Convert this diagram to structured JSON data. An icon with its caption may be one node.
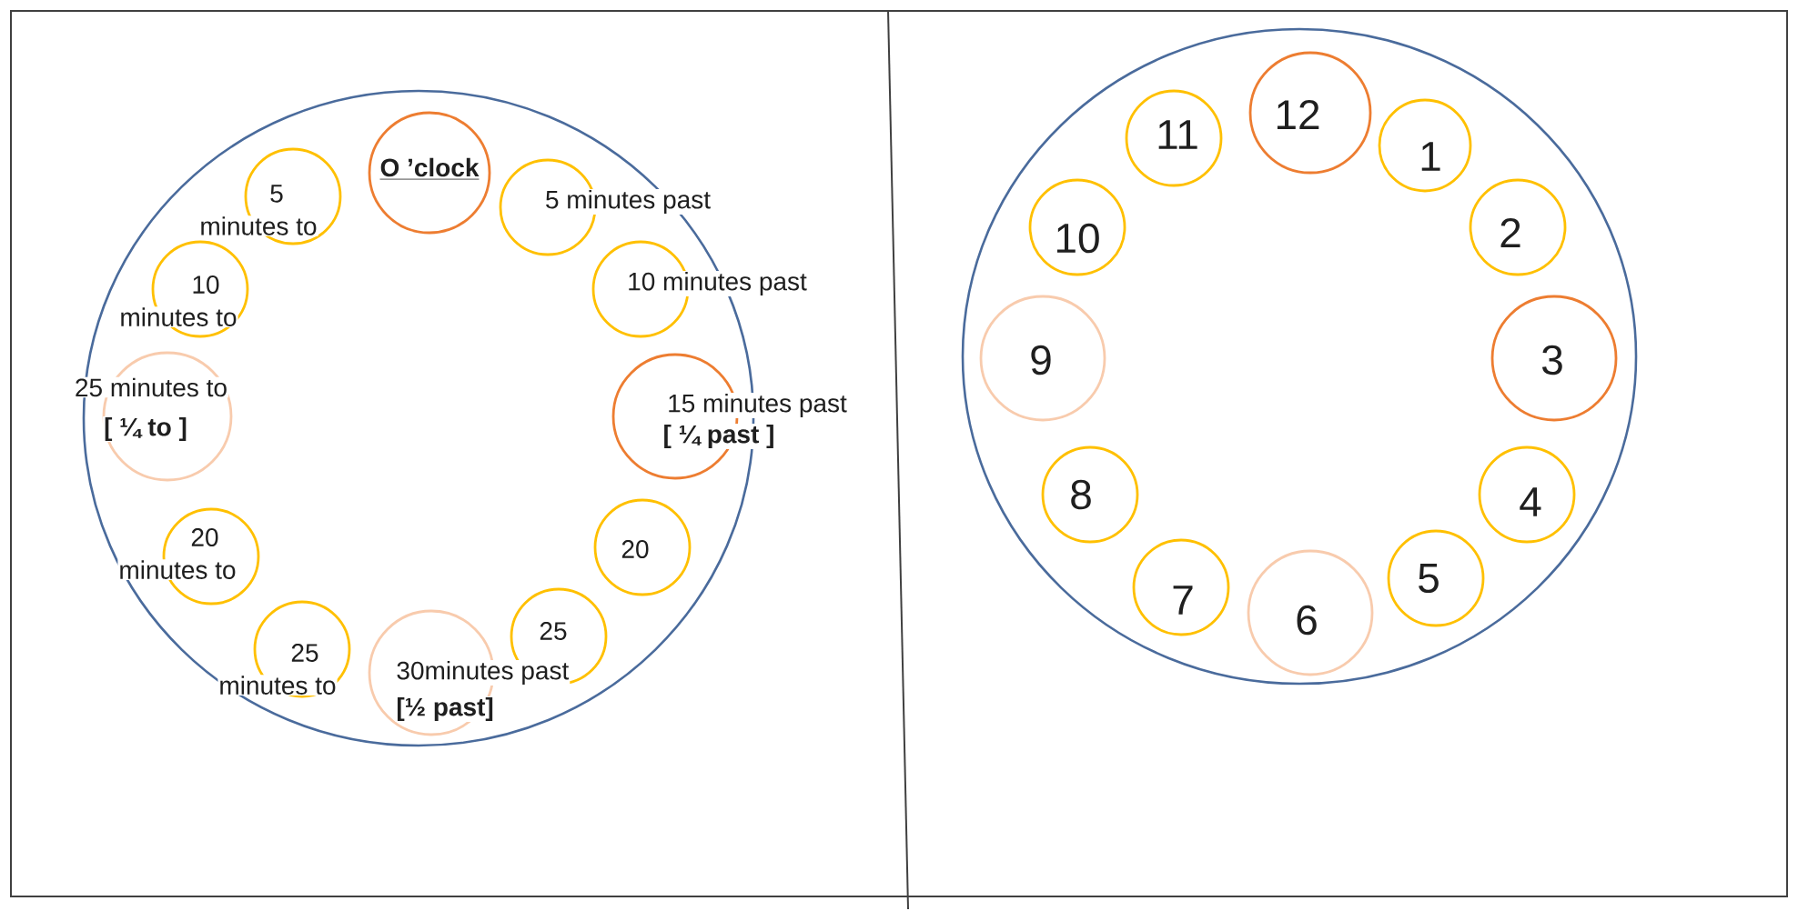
{
  "diagram": {
    "nodes": [
      {
        "text": [],
        "shape": "circle"
      },
      {
        "text": [
          "5 minutes to"
        ],
        "in": 0
      },
      {
        "text": [
          "O ’clock"
        ],
        "in": 0
      },
      {
        "text": [
          "5 minutes past"
        ],
        "in": 0
      },
      {
        "text": [
          "10 minutes to"
        ],
        "in": 0
      },
      {
        "text": [
          "10 minutes past"
        ],
        "in": 0
      },
      {
        "text": [
          "25 minutes to",
          "[ ¼ to ]"
        ],
        "in": 0
      },
      {
        "text": [
          "15 minutes past",
          "[ ¼ past ]"
        ],
        "in": 0
      },
      {
        "text": [
          "20 minutes to"
        ],
        "in": 0
      },
      {
        "text": [
          "20"
        ],
        "in": 0
      },
      {
        "text": [
          "25 minutes to"
        ],
        "in": 0
      },
      {
        "text": [
          "30minutes past",
          "[½ past]"
        ],
        "in": 0
      },
      {
        "text": [
          "25"
        ],
        "in": 0
      },
      {
        "text": [],
        "shape": "circle"
      },
      {
        "text": [
          "11"
        ],
        "in": 13
      },
      {
        "text": [
          "12"
        ],
        "in": 13
      },
      {
        "text": [
          "1"
        ],
        "in": 13
      },
      {
        "text": [
          "10"
        ],
        "in": 13
      },
      {
        "text": [
          "2"
        ],
        "in": 13
      },
      {
        "text": [
          "9"
        ],
        "in": 13
      },
      {
        "text": [
          "3"
        ],
        "in": 13
      },
      {
        "text": [
          "8"
        ],
        "in": 13
      },
      {
        "text": [
          "4"
        ],
        "in": 13
      },
      {
        "text": [
          "7"
        ],
        "in": 13
      },
      {
        "text": [
          "6"
        ],
        "in": 13
      },
      {
        "text": [
          "5"
        ],
        "in": 13
      }
    ]
  }
}
